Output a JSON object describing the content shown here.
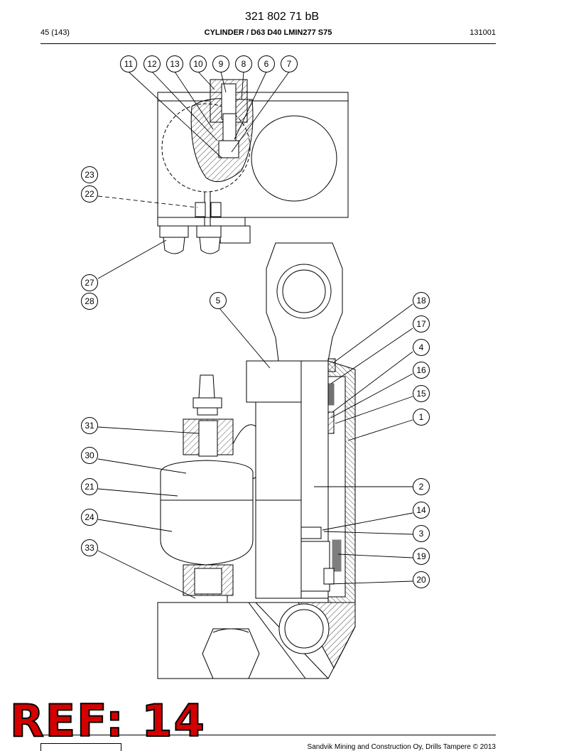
{
  "header": {
    "part_code": "321 802 71 bB",
    "page": "45 (143)",
    "title": "CYLINDER / D63 D40 LMIN277 S75",
    "doc_number": "131001"
  },
  "callouts": [
    "11",
    "12",
    "13",
    "10",
    "9",
    "8",
    "6",
    "7",
    "23",
    "22",
    "27",
    "28",
    "5",
    "18",
    "17",
    "4",
    "16",
    "15",
    "1",
    "31",
    "30",
    "21",
    "2",
    "24",
    "14",
    "3",
    "33",
    "19",
    "20"
  ],
  "stamp": "REF: 14",
  "footer": {
    "copyright": "Sandvik Mining and Construction Oy, Drills Tampere © 2013"
  }
}
